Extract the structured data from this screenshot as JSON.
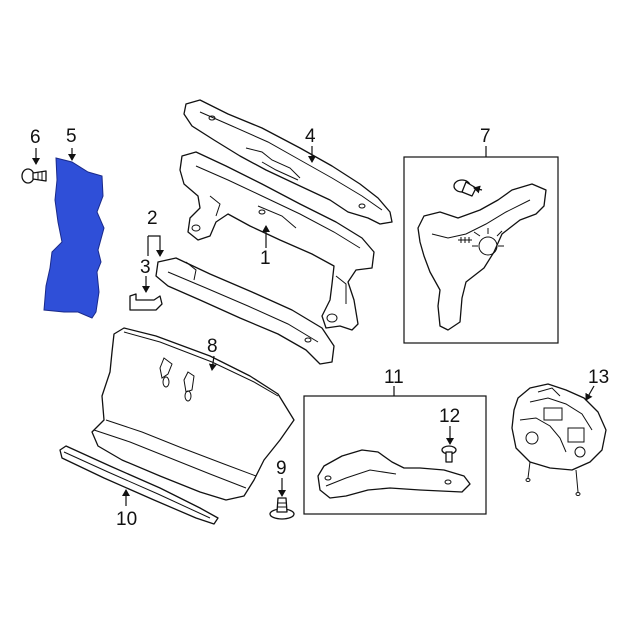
{
  "colors": {
    "highlight": "#2f4fd8",
    "line": "#111111",
    "background": "#ffffff"
  },
  "callouts": {
    "c1": "1",
    "c2": "2",
    "c3": "3",
    "c4": "4",
    "c5": "5",
    "c6": "6",
    "c7": "7",
    "c8": "8",
    "c9": "9",
    "c10": "10",
    "c11": "11",
    "c12": "12",
    "c13": "13"
  }
}
